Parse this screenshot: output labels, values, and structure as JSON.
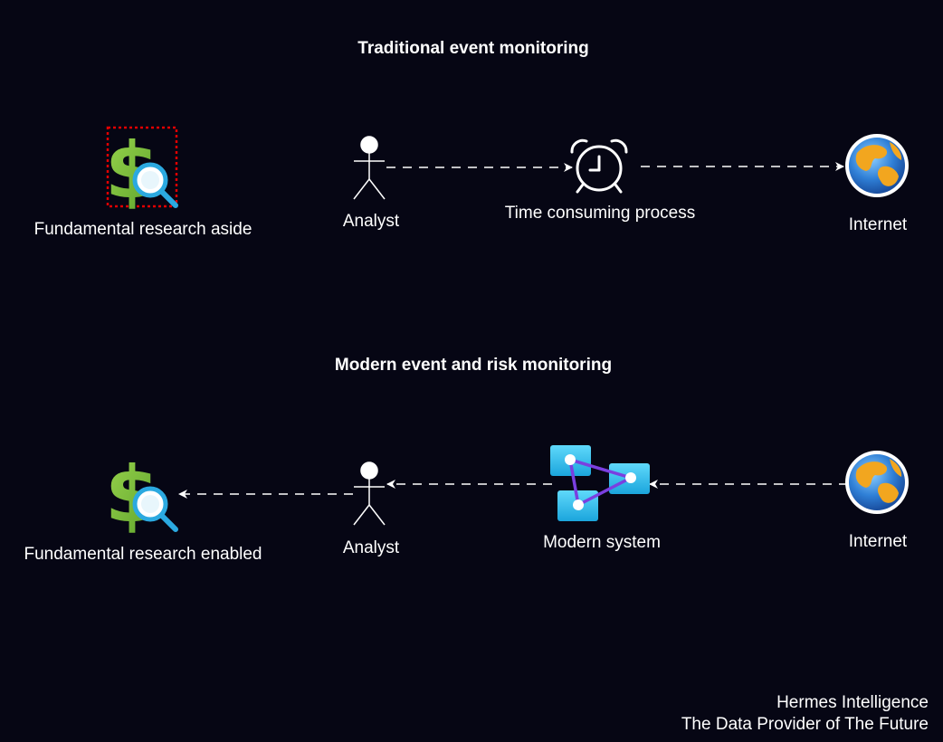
{
  "traditional": {
    "heading": "Traditional event monitoring",
    "research_label": "Fundamental research aside",
    "analyst_label": "Analyst",
    "process_label": "Time consuming process",
    "internet_label": "Internet"
  },
  "modern": {
    "heading": "Modern event and risk monitoring",
    "research_label": "Fundamental research enabled",
    "analyst_label": "Analyst",
    "system_label": "Modern system",
    "internet_label": "Internet"
  },
  "footer": {
    "line1": "Hermes Intelligence",
    "line2": "The Data Provider of The Future"
  },
  "colors": {
    "background": "#060614",
    "dollar_green": "#7cc23c",
    "magnifier_blue": "#2ba9e0",
    "selection_red": "#e00000",
    "system_cyan": "#32c5ee",
    "system_link_purple": "#7a3fe0"
  },
  "icons": {
    "research": "dollar-magnifier-icon",
    "analyst": "stick-figure-icon",
    "process": "alarm-clock-icon",
    "internet": "globe-icon",
    "system": "network-nodes-icon"
  }
}
